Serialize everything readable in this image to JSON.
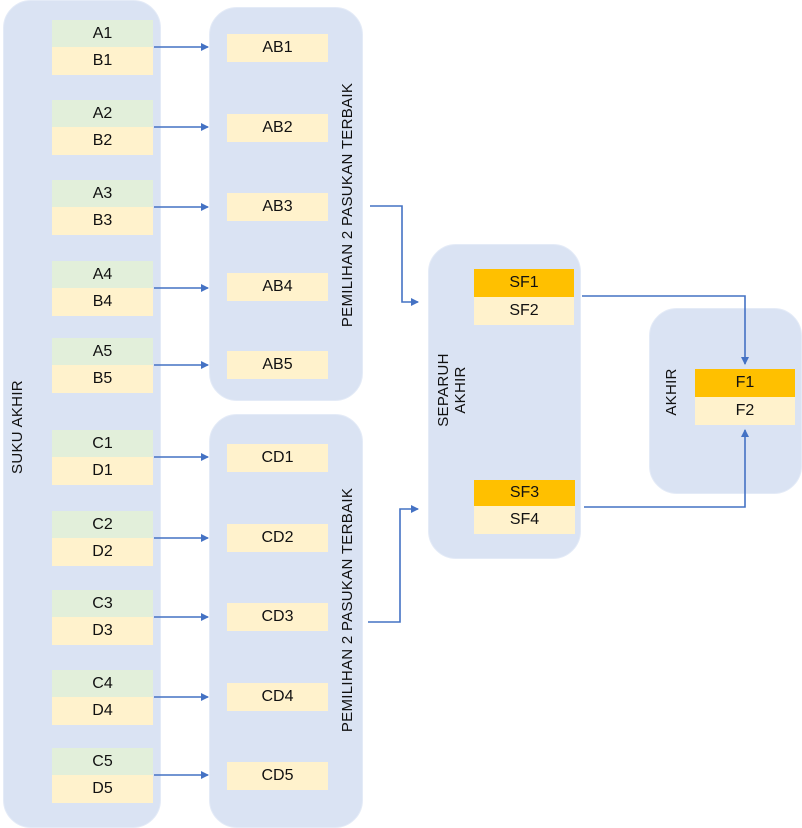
{
  "diagram": {
    "stages": {
      "round1_label": "SUKU AKHIR",
      "round2_label": "PEMILIHAN 2 PASUKAN TERBAIK",
      "semifinal_label_line1": "SEPARUH",
      "semifinal_label_line2": "AKHIR",
      "final_label": "AKHIR"
    },
    "round1": [
      {
        "top": "A1",
        "bottom": "B1"
      },
      {
        "top": "A2",
        "bottom": "B2"
      },
      {
        "top": "A3",
        "bottom": "B3"
      },
      {
        "top": "A4",
        "bottom": "B4"
      },
      {
        "top": "A5",
        "bottom": "B5"
      },
      {
        "top": "C1",
        "bottom": "D1"
      },
      {
        "top": "C2",
        "bottom": "D2"
      },
      {
        "top": "C3",
        "bottom": "D3"
      },
      {
        "top": "C4",
        "bottom": "D4"
      },
      {
        "top": "C5",
        "bottom": "D5"
      }
    ],
    "round2": [
      "AB1",
      "AB2",
      "AB3",
      "AB4",
      "AB5",
      "CD1",
      "CD2",
      "CD3",
      "CD4",
      "CD5"
    ],
    "semifinal": [
      {
        "top": "SF1",
        "bottom": "SF2"
      },
      {
        "top": "SF3",
        "bottom": "SF4"
      }
    ],
    "final": {
      "top": "F1",
      "bottom": "F2"
    },
    "colors": {
      "panel": "#dae3f3",
      "team_top": "#e2efda",
      "team_bottom": "#fff2cc",
      "winner_highlight": "#ffc000",
      "connector": "#4472c4"
    }
  }
}
